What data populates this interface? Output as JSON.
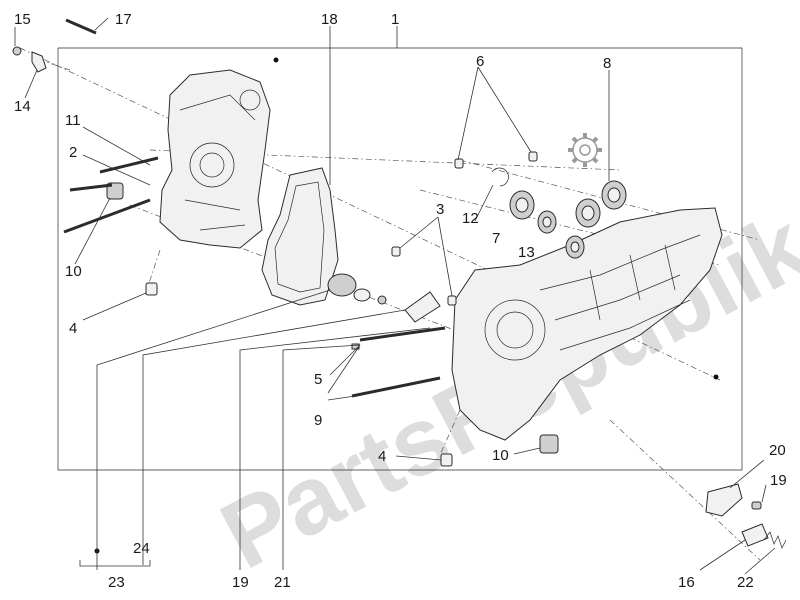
{
  "watermark": "PartsRepublik",
  "labels": [
    {
      "id": "1",
      "text": "1"
    },
    {
      "id": "2",
      "text": "2"
    },
    {
      "id": "3",
      "text": "3"
    },
    {
      "id": "4a",
      "text": "4"
    },
    {
      "id": "4b",
      "text": "4"
    },
    {
      "id": "5",
      "text": "5"
    },
    {
      "id": "6",
      "text": "6"
    },
    {
      "id": "7",
      "text": "7"
    },
    {
      "id": "8",
      "text": "8"
    },
    {
      "id": "9",
      "text": "9"
    },
    {
      "id": "10a",
      "text": "10"
    },
    {
      "id": "10b",
      "text": "10"
    },
    {
      "id": "11",
      "text": "11"
    },
    {
      "id": "12",
      "text": "12"
    },
    {
      "id": "13",
      "text": "13"
    },
    {
      "id": "14",
      "text": "14"
    },
    {
      "id": "15",
      "text": "15"
    },
    {
      "id": "16",
      "text": "16"
    },
    {
      "id": "17",
      "text": "17"
    },
    {
      "id": "18",
      "text": "18"
    },
    {
      "id": "19a",
      "text": "19"
    },
    {
      "id": "19b",
      "text": "19"
    },
    {
      "id": "20",
      "text": "20"
    },
    {
      "id": "21",
      "text": "21"
    },
    {
      "id": "22",
      "text": "22"
    },
    {
      "id": "23",
      "text": "23"
    },
    {
      "id": "24",
      "text": "24"
    }
  ],
  "icons": {
    "gear": "gear-icon"
  }
}
